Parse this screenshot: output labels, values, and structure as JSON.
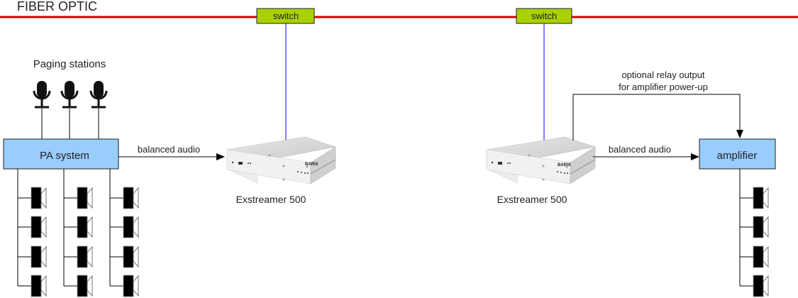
{
  "network": {
    "label": "FIBER OPTIC",
    "color": "#d40000"
  },
  "switches": [
    {
      "label": "switch"
    },
    {
      "label": "switch"
    }
  ],
  "left": {
    "paging_label": "Paging stations",
    "pa_label": "PA system",
    "link_label": "balanced audio",
    "device_label": "Exstreamer 500",
    "device_brand": "BARIX"
  },
  "right": {
    "device_label": "Exstreamer 500",
    "device_brand": "BARIX",
    "link_label": "balanced audio",
    "relay_label_line1": "optional relay output",
    "relay_label_line2": "for amplifier power-up",
    "amp_label": "amplifier"
  },
  "colors": {
    "box_fill": "#99ccff",
    "switch_fill": "#aad000",
    "lan": "#0000ff"
  }
}
